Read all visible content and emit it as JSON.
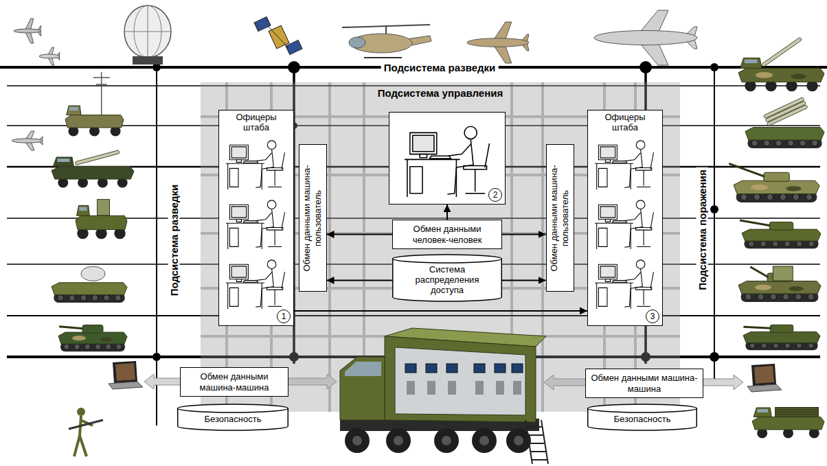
{
  "diagram": {
    "nodes": [
      {
        "text": [
          "Подсистема управления"
        ]
      },
      {
        "text": [
          "Офицеры штаба",
          "1"
        ],
        "in": 0
      },
      {
        "text": [
          "Обмен данными машина-пользователь"
        ],
        "in": 0
      },
      {
        "text": [
          "2"
        ],
        "in": 0
      },
      {
        "text": [
          "Обмен данными человек-человек"
        ],
        "in": 0
      },
      {
        "text": [
          "Система распределения доступа"
        ],
        "in": 0
      },
      {
        "text": [
          "Обмен данными машина-пользователь"
        ],
        "in": 0
      },
      {
        "text": [
          "Офицеры штаба",
          "3"
        ],
        "in": 0
      },
      {
        "text": [
          "Обмен данными машина-машина"
        ]
      },
      {
        "text": [
          "Безопасность"
        ]
      },
      {
        "text": [
          "Обмен данными машина-машина"
        ]
      },
      {
        "text": [
          "Безопасность"
        ]
      }
    ],
    "edges": [
      {
        "from": 4,
        "to": 2,
        "arrow": "to"
      },
      {
        "from": 4,
        "to": 6,
        "arrow": "to"
      },
      {
        "from": 4,
        "to": 3,
        "arrow": "to"
      },
      {
        "from": 5,
        "to": 2,
        "arrow": "to"
      },
      {
        "from": 5,
        "to": 6,
        "arrow": "to"
      },
      {
        "from": 1,
        "to": 7,
        "arrow": "to"
      }
    ],
    "labels": [
      "Подсистема разведки",
      "Подсистема разведки",
      "Подсистема поражения"
    ]
  }
}
